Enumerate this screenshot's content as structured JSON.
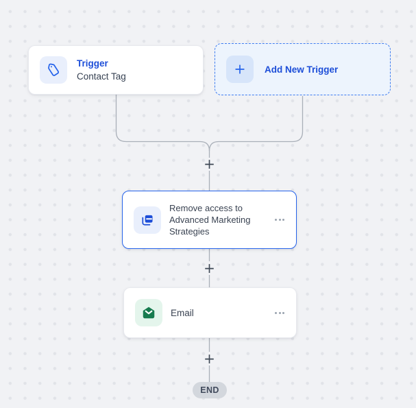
{
  "ui": {
    "add_step_glyph": "+",
    "canvas_bg": "#F1F2F5",
    "dot_color": "#E1E3E8",
    "line_color": "#A9AFB8",
    "accent_blue": "#2563EB"
  },
  "nodes": {
    "trigger": {
      "title": "Trigger",
      "subtitle": "Contact Tag",
      "icon": "tag-icon"
    },
    "add_trigger": {
      "label": "Add New Trigger",
      "icon": "plus-icon"
    },
    "remove_access": {
      "label": "Remove access to Advanced Marketing Strategies",
      "icon": "remove-access-icon"
    },
    "email": {
      "label": "Email",
      "icon": "email-icon"
    },
    "end": {
      "label": "END"
    }
  }
}
